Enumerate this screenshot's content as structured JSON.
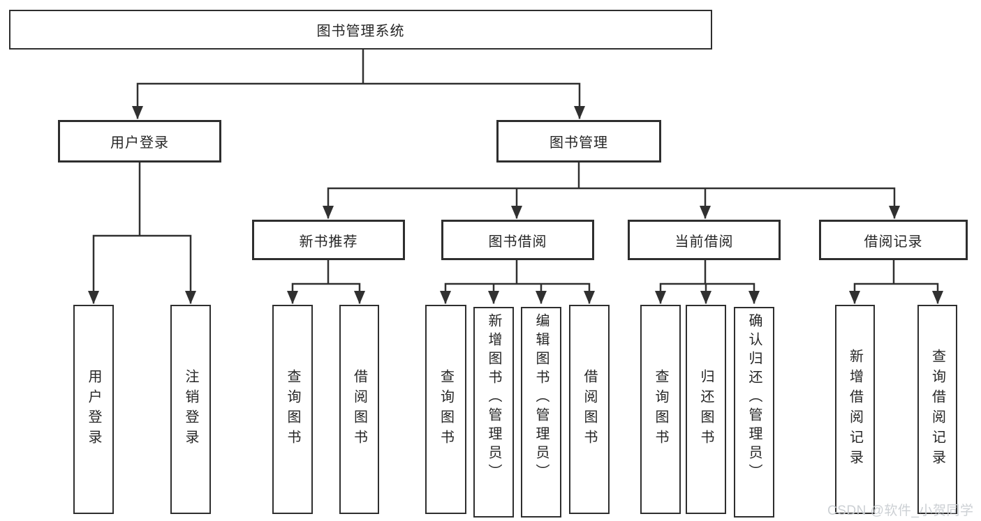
{
  "diagram": {
    "root": {
      "label": "图书管理系统"
    },
    "user_login": {
      "label": "用户登录",
      "children": [
        {
          "label": "用户登录"
        },
        {
          "label": "注销登录"
        }
      ]
    },
    "book_mgmt": {
      "label": "图书管理",
      "sections": [
        {
          "label": "新书推荐",
          "children": [
            {
              "label": "查询图书"
            },
            {
              "label": "借阅图书"
            }
          ]
        },
        {
          "label": "图书借阅",
          "children": [
            {
              "label": "查询图书"
            },
            {
              "label": "新增图书（管理员）"
            },
            {
              "label": "编辑图书（管理员）"
            },
            {
              "label": "借阅图书"
            }
          ]
        },
        {
          "label": "当前借阅",
          "children": [
            {
              "label": "查询图书"
            },
            {
              "label": "归还图书"
            },
            {
              "label": "确认归还（管理员）"
            }
          ]
        },
        {
          "label": "借阅记录",
          "children": [
            {
              "label": "新增借阅记录"
            },
            {
              "label": "查询借阅记录"
            }
          ]
        }
      ]
    }
  },
  "watermark": {
    "text": "CSDN @软件_小贺同学"
  },
  "colors": {
    "line": "#303030",
    "box_border": "#2e2e2e",
    "text": "#262626",
    "watermark": "#c9cdd2",
    "background": "#ffffff"
  }
}
